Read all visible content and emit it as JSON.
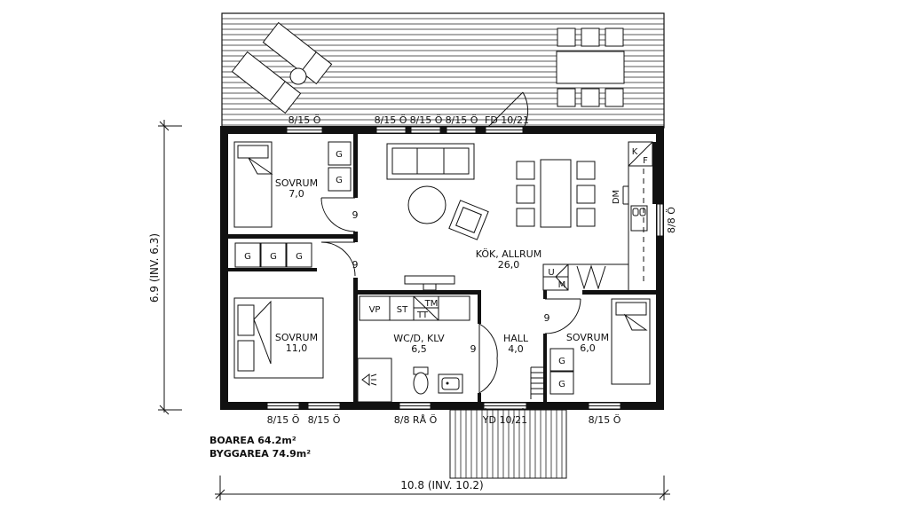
{
  "rooms": {
    "sovrum_a": {
      "name": "SOVRUM",
      "area": "7,0"
    },
    "sovrum_b": {
      "name": "SOVRUM",
      "area": "11,0"
    },
    "kok": {
      "name": "KÖK, ALLRUM",
      "area": "26,0"
    },
    "wc": {
      "name": "WC/D, KLV",
      "area": "6,5"
    },
    "hall": {
      "name": "HALL",
      "area": "4,0"
    },
    "sovrum_c": {
      "name": "SOVRUM",
      "area": "6,0"
    }
  },
  "windows": {
    "top1": "8/15 Ö",
    "top2": "8/15 Ö",
    "top3": "8/15 Ö",
    "top4": "8/15 Ö",
    "bot1": "8/15 Ö",
    "bot2": "8/15 Ö",
    "bot3": "8/8 RÅ Ö",
    "bot4": "8/15 Ö",
    "right": "8/8 Ö"
  },
  "doors": {
    "front": "FD 10/21",
    "outer": "YD 10/21",
    "width_mark": "9"
  },
  "fixtures": {
    "wardrobe": "G",
    "vp": "VP",
    "st": "ST",
    "tm": "TM",
    "tt": "TT",
    "kf_k": "K",
    "kf_f": "F",
    "dm": "DM",
    "u": "U",
    "m": "M"
  },
  "dimensions": {
    "height": "6.9 (INV. 6.3)",
    "width": "10.8 (INV. 10.2)"
  },
  "areas": {
    "boarea": "BOAREA 64.2m²",
    "byggarea": "BYGGAREA 74.9m²"
  }
}
